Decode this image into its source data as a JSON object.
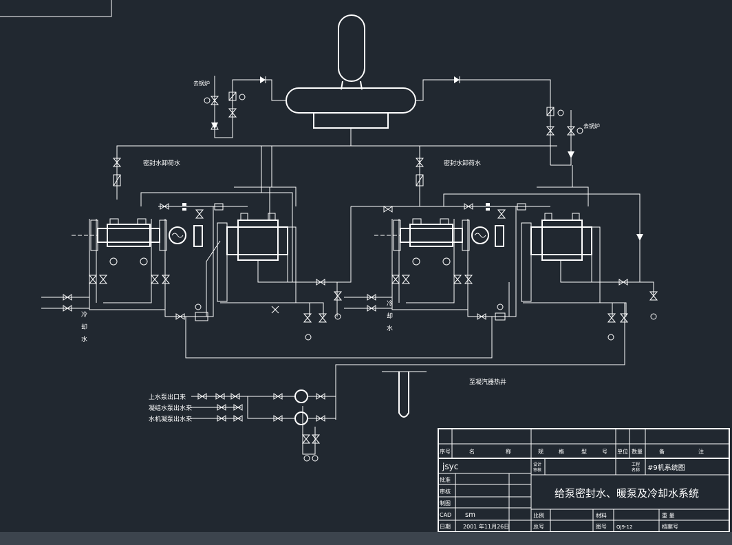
{
  "labels": {
    "to_boiler_left": "去锅炉",
    "to_boiler_right": "去锅炉",
    "seal_return_left": "密封水卸荷水",
    "seal_return_right": "密封水卸荷水",
    "cooling_water_left": "冷却水",
    "cooling_water_right": "冷却水",
    "to_condenser": "至凝汽器热井",
    "feed_pump_outlet": "上水泵出口来",
    "condensate_pump_1": "凝结水泵出水来",
    "condensate_pump_2": "水机凝泵出水来"
  },
  "title_block": {
    "headers": [
      "序号",
      "名",
      "称",
      "规",
      "格",
      "型",
      "号",
      "单位",
      "数量",
      "备",
      "注"
    ],
    "company": "jsyc",
    "design_label": "设计\n审核",
    "project_label": "工程\n名称",
    "project_name": "#9机系统图",
    "rows": [
      "批准",
      "审核",
      "制图",
      "CAD"
    ],
    "cad_name": "sm",
    "date_label": "日期",
    "date_value": "2001 年11月26日",
    "drawing_title": "给泵密封水、暖泵及冷却水系统",
    "scale_label": "比例",
    "material_label": "材料",
    "weight_label": "重 量",
    "total_label": "总号",
    "drawing_no_label": "图号",
    "drawing_no": "QJ9-12",
    "archive_label": "档案号"
  },
  "colors": {
    "background": "#212830",
    "lines": "#ffffff",
    "footer": "#3c444d"
  }
}
